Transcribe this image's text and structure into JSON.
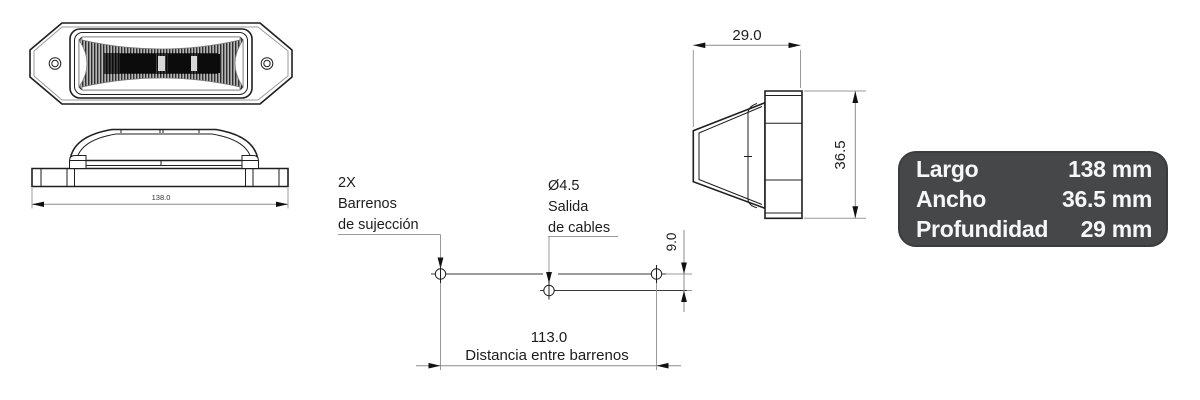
{
  "drawing": {
    "labels": {
      "mount_holes": {
        "line1": "2X",
        "line2": "Barrenos",
        "line3": "de sujección"
      },
      "cable_exit": {
        "line1": "Ø4.5",
        "line2": "Salida",
        "line3": "de cables"
      }
    },
    "dimensions": {
      "length": "138.0",
      "hole_distance_value": "113.0",
      "hole_distance_caption": "Distancia entre barrenos",
      "cable_offset": "9.0",
      "depth": "29.0",
      "height": "36.5"
    }
  },
  "spec_table": {
    "rows": [
      {
        "label": "Largo",
        "value": "138 mm"
      },
      {
        "label": "Ancho",
        "value": "36.5 mm"
      },
      {
        "label": "Profundidad",
        "value": "29 mm"
      }
    ]
  },
  "colors": {
    "line": "#1f1f1f",
    "dim_line": "#8b8b8b",
    "table_bg": "#454749",
    "table_text": "#f7f7f7"
  }
}
